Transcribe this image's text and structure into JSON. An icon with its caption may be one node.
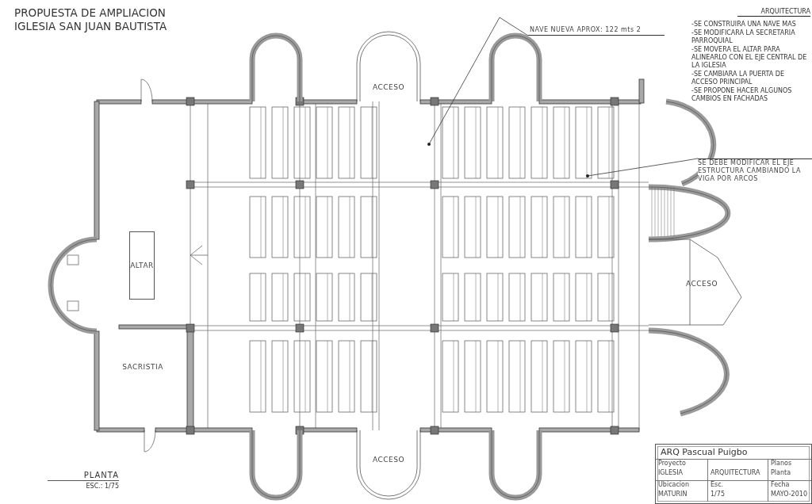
{
  "diagram": {
    "title": "PROPUESTA DE AMPLIACION IGLESIA SAN JUAN BAUTISTA",
    "nodes": [
      {
        "text": [
          "ALTAR"
        ]
      },
      {
        "text": [
          "SACRISTIA"
        ]
      },
      {
        "text": [
          "ACCESO"
        ]
      },
      {
        "text": [
          "ACCESO"
        ]
      },
      {
        "text": [
          "ACCESO"
        ]
      },
      {
        "text": [
          "NAVE NUEVA APROX: 122 mts 2"
        ]
      },
      {
        "text": [
          "SE DEBE MODIFICAR EL EJE ESTRUCTURA CAMBIANDO LA VIGA POR ARCOS"
        ]
      }
    ],
    "edges": [
      {
        "from": 5,
        "to": null,
        "arrow": "other"
      },
      {
        "from": 6,
        "to": null,
        "arrow": "other"
      }
    ],
    "labels": [
      "ARQUITECTURA",
      "-SE CONSTRUIRA UNA NAVE MAS",
      "-SE MODIFICARA LA SECRETARIA PARROQUIAL",
      "-SE MOVERA EL ALTAR PARA ALINEARLO CON EL EJE CENTRAL DE LA IGLESIA",
      "-SE CAMBIARA LA PUERTA DE ACCESO PRINCIPAL",
      "-SE PROPONE HACER ALGUNOS CAMBIOS EN FACHADAS",
      "PLANTA",
      "ESC.: 1/75",
      "ARQ Pascual Puigbo",
      "Proyecto",
      "IGLESIA",
      "ARQUITECTURA",
      "Planos",
      "Planta",
      "Ubicacion",
      "MATURIN",
      "Esc.",
      "1/75",
      "Fecha",
      "MAYO-2010"
    ]
  }
}
